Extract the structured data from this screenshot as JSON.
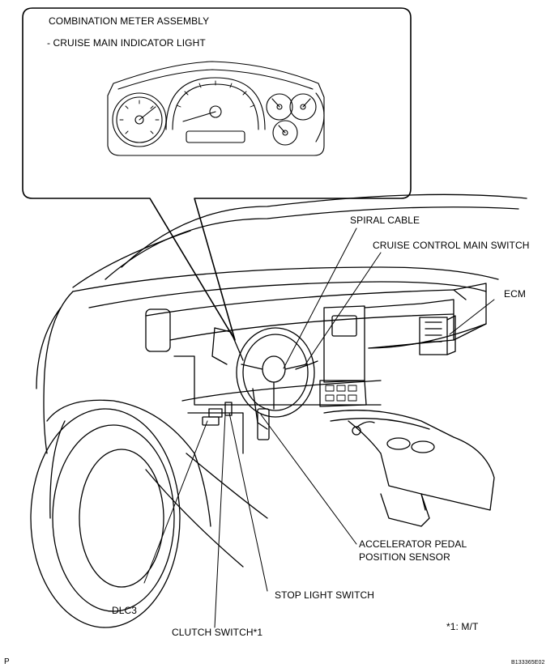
{
  "callout": {
    "title": "COMBINATION METER ASSEMBLY",
    "subtitle": "- CRUISE MAIN INDICATOR LIGHT"
  },
  "labels": {
    "spiral_cable": "SPIRAL CABLE",
    "cruise_main_switch": "CRUISE CONTROL MAIN SWITCH",
    "ecm": "ECM",
    "accel_sensor_line1": "ACCELERATOR PEDAL",
    "accel_sensor_line2": "POSITION SENSOR",
    "stop_light_switch": "STOP LIGHT SWITCH",
    "dlc3": "DLC3",
    "clutch_switch": "CLUTCH SWITCH*1"
  },
  "footnote": "*1: M/T",
  "corner_mark": "P",
  "figure_id": "B133365E02"
}
